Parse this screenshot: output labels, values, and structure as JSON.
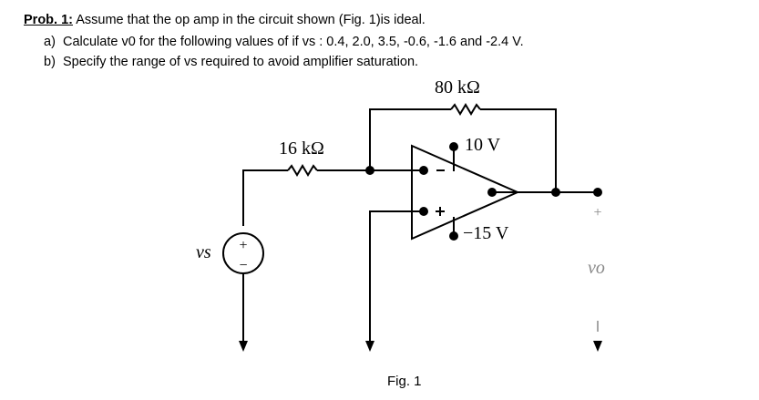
{
  "problem": {
    "label": "Prob. 1:",
    "statement": "Assume that the op amp in the circuit shown (Fig. 1)is ideal.",
    "parts": [
      {
        "marker": "a)",
        "text": "Calculate v0 for the following values of if vs : 0.4, 2.0, 3.5, -0.6, -1.6 and -2.4 V."
      },
      {
        "marker": "b)",
        "text": "Specify the range of vs required to avoid amplifier saturation."
      }
    ]
  },
  "circuit": {
    "feedback_resistor": "80 kΩ",
    "input_resistor": "16 kΩ",
    "positive_supply": "10 V",
    "negative_supply": "−15 V",
    "source_label": "vs",
    "output_label": "vo",
    "plus_sign": "+",
    "minus_sign": "−",
    "plus_mark": "+"
  },
  "figure_caption": "Fig. 1"
}
